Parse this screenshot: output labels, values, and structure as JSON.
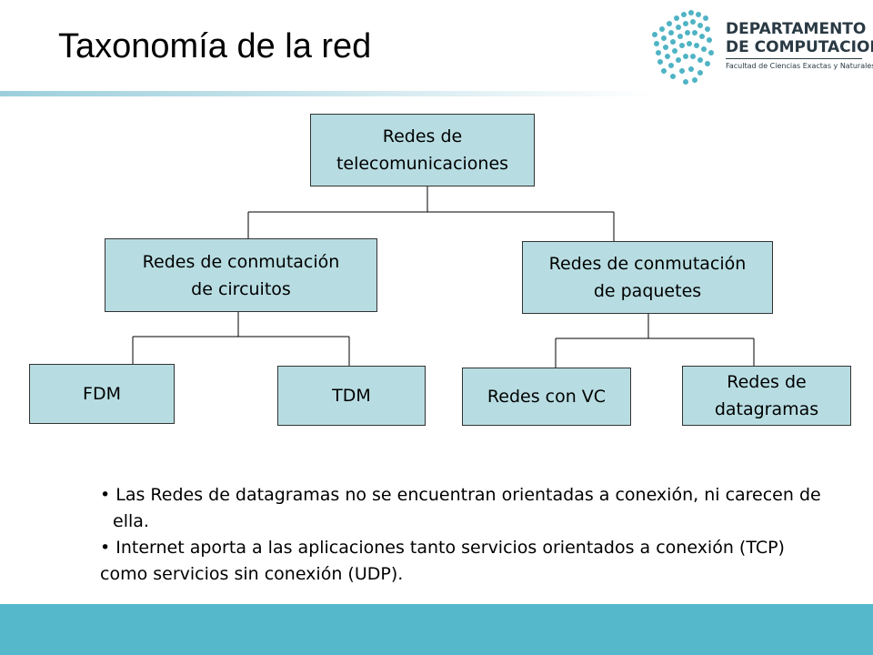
{
  "title": "Taxonomía de la red",
  "logo": {
    "line1": "DEPARTAMENTO",
    "line2": "DE COMPUTACION",
    "line3": "Facultad de Ciencias Exactas y Naturales - UBA"
  },
  "diagram": {
    "root": "Redes de\ntelecomunicaciones",
    "circuits": "Redes de conmutación\nde circuitos",
    "packets": "Redes de conmutación\nde paquetes",
    "fdm": "FDM",
    "tdm": "TDM",
    "vc": "Redes con VC",
    "datagrams": "Redes de\ndatagramas"
  },
  "notes": {
    "item1": "• Las Redes de datagramas no se encuentran orientadas a conexión, ni carecen de ella.",
    "item2": "• Internet aporta a las aplicaciones tanto servicios orientados a conexión (TCP) como servicios sin conexión (UDP)."
  },
  "colors": {
    "node_fill": "#b7dde2",
    "footer": "#55b9cb",
    "logo_dots": "#4fb3c4"
  }
}
